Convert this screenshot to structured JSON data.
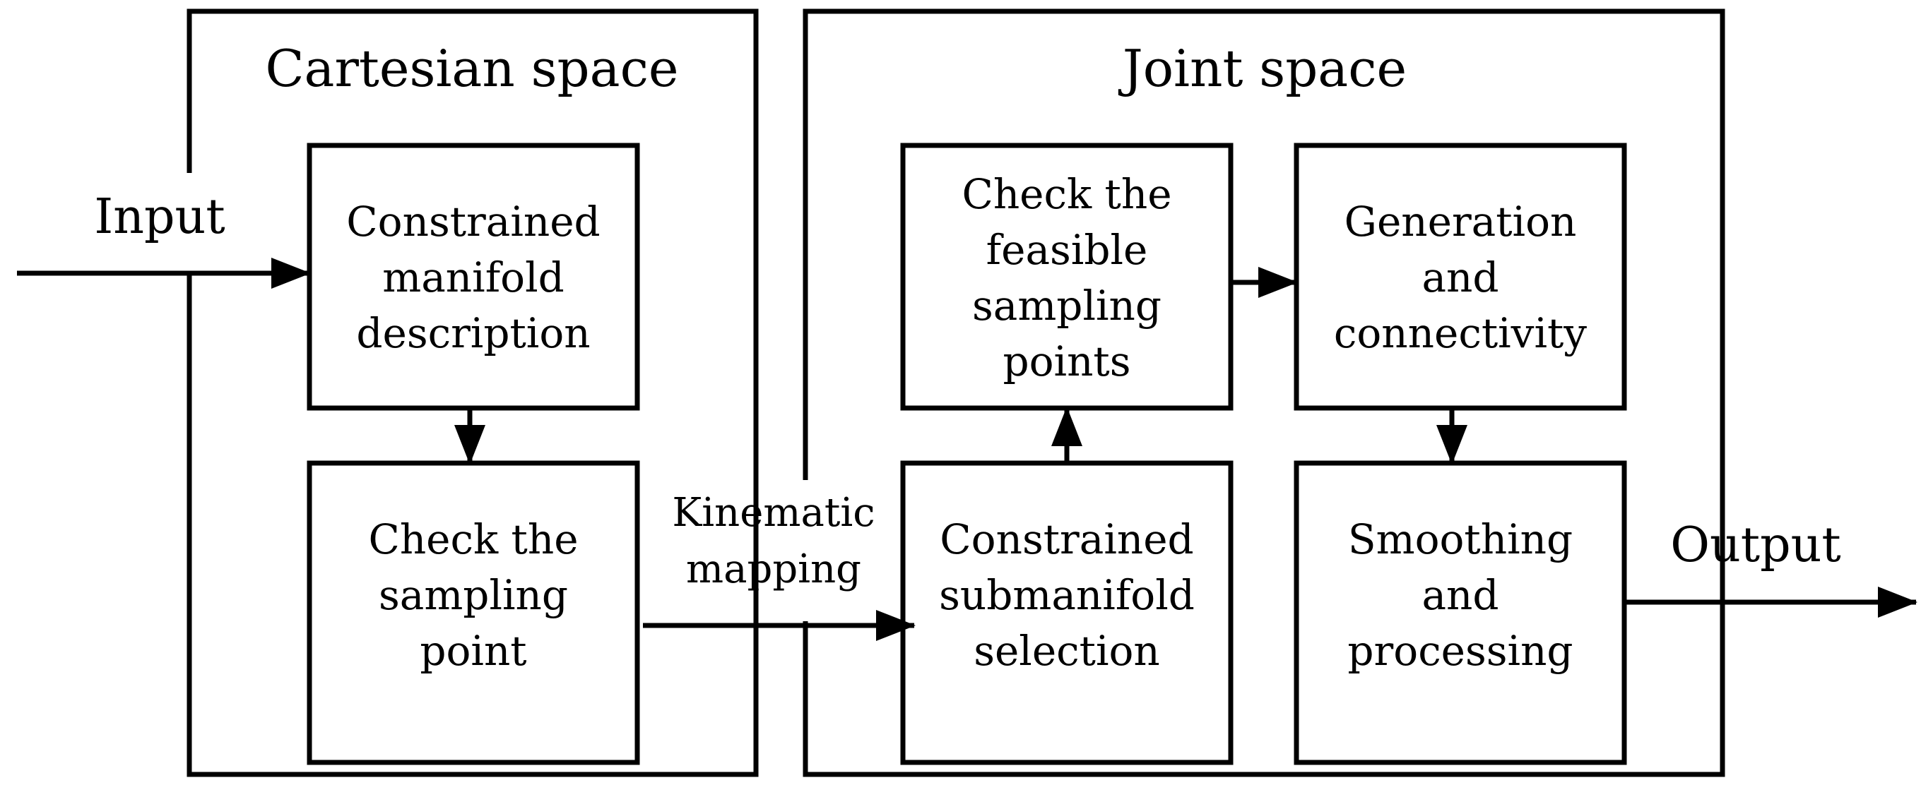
{
  "panels": {
    "cartesian": {
      "title": "Cartesian space"
    },
    "joint": {
      "title": "Joint space"
    }
  },
  "nodes": {
    "constrained_manifold": {
      "lines": [
        "Constrained",
        "manifold",
        "description"
      ]
    },
    "check_sampling_point": {
      "lines": [
        "Check the",
        "sampling",
        "point"
      ]
    },
    "constrained_submanifold": {
      "lines": [
        "Constrained",
        "submanifold",
        "selection"
      ]
    },
    "check_feasible": {
      "lines": [
        "Check the",
        "feasible",
        "sampling",
        "points"
      ]
    },
    "generation": {
      "lines": [
        "Generation",
        "and",
        "connectivity"
      ]
    },
    "smoothing": {
      "lines": [
        "Smoothing",
        "and",
        "processing"
      ]
    }
  },
  "labels": {
    "input": "Input",
    "output": "Output",
    "kinematic_mapping": [
      "Kinematic",
      "mapping"
    ]
  },
  "colors": {
    "stroke": "#000000",
    "background": "#ffffff"
  }
}
